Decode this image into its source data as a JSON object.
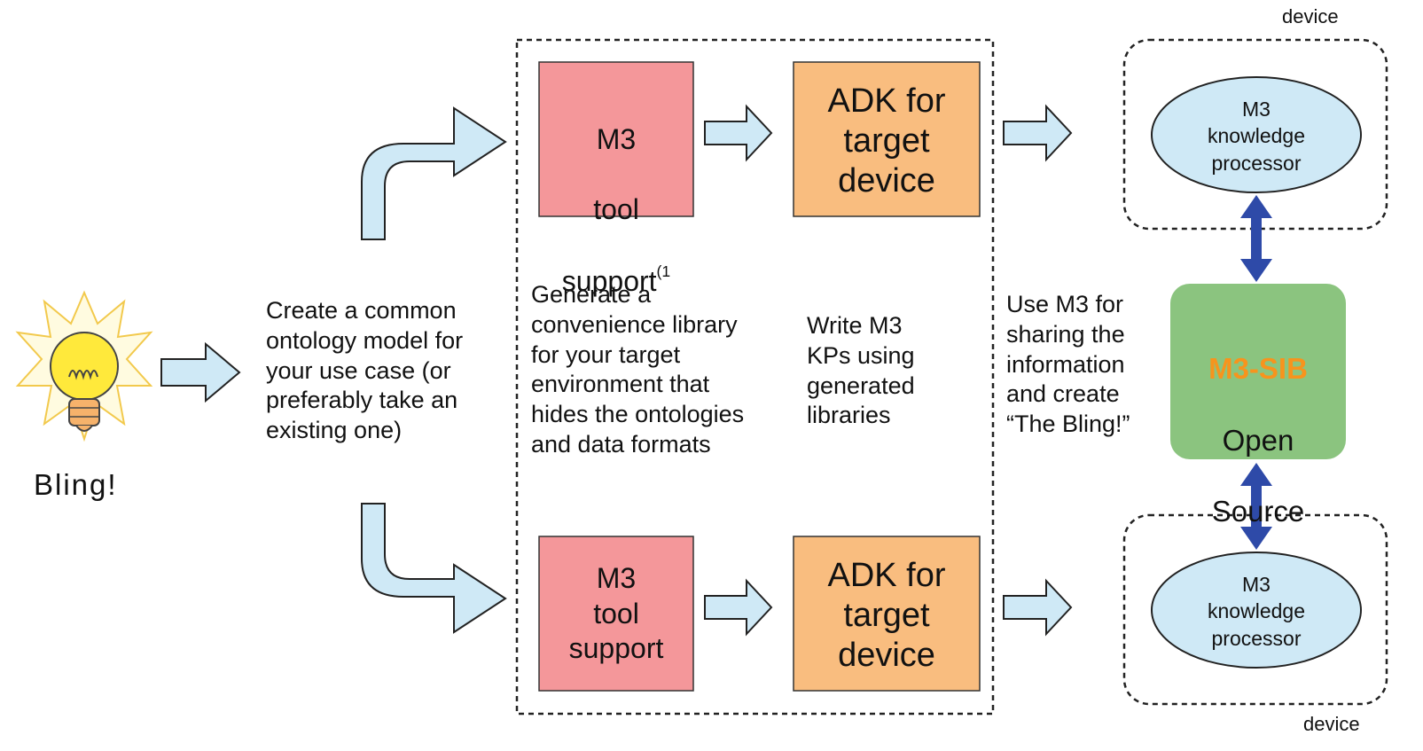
{
  "bulb": {
    "label": "Bling!"
  },
  "step_text": {
    "ontology": "Create a common\nontology model for\nyour use case (or\npreferably take an\nexisting one)",
    "generate": "Generate a\nconvenience library\nfor your target\nenvironment that\nhides the ontologies\nand data formats",
    "write": "Write M3\nKPs using\ngenerated\nlibraries",
    "use": "Use M3 for\nsharing the\ninformation\nand create\n“The Bling!”"
  },
  "top_pipeline": {
    "tool_box": {
      "line1": "M3",
      "line2": "tool",
      "line3": "support",
      "superscript": "(1"
    },
    "adk_box": "ADK for\ntarget\ndevice"
  },
  "bottom_pipeline": {
    "tool_box": "M3\ntool\nsupport",
    "adk_box": "ADK for\ntarget\ndevice"
  },
  "devices": {
    "top": {
      "label": "device",
      "kp": "M3\nknowledge\nprocessor"
    },
    "bottom": {
      "label": "device",
      "kp": "M3\nknowledge\nprocessor"
    }
  },
  "sib": {
    "title": "M3-SIB",
    "line1": "Open",
    "line2": "Source"
  },
  "colors": {
    "arrow_fill": "#cfe9f6",
    "tool_box": "#f4979a",
    "adk_box": "#f9bd7f",
    "kp_ellipse": "#cfe9f6",
    "sib_box": "#8bc47f",
    "sib_title": "#f7941d",
    "double_arrow": "#2e4aa8"
  }
}
